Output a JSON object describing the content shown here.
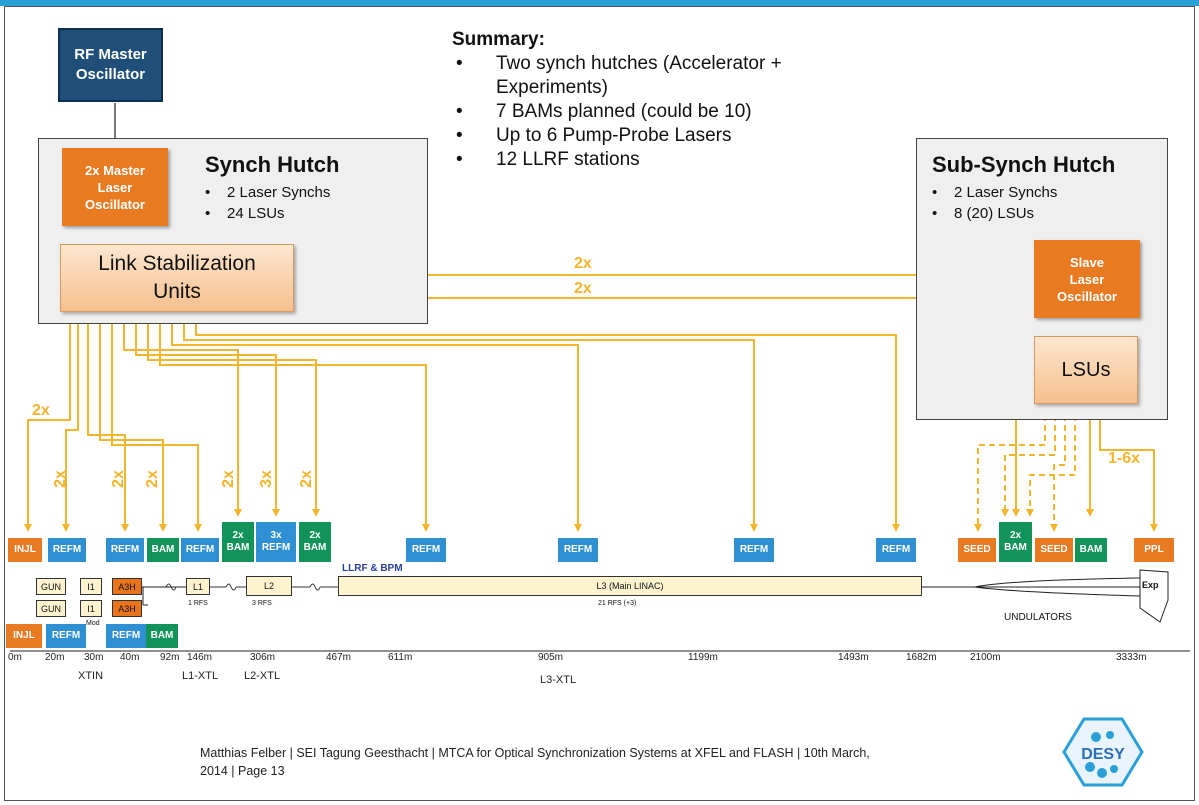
{
  "rf_master": {
    "line1": "RF Master",
    "line2": "Oscillator"
  },
  "synch_hutch": {
    "title": "Synch Hutch",
    "items": [
      "2 Laser Synchs",
      "24 LSUs"
    ],
    "master_laser": {
      "line1": "2x Master",
      "line2": "Laser",
      "line3": "Oscillator"
    },
    "lsu": {
      "line1": "Link Stabilization",
      "line2": "Units"
    }
  },
  "summary": {
    "title": "Summary:",
    "items": [
      "Two synch hutches (Accelerator +",
      "Experiments)",
      "7 BAMs planned (could be 10)",
      "Up to 6 Pump-Probe Lasers",
      "12 LLRF stations"
    ],
    "bullet": "•"
  },
  "sub_hutch": {
    "title": "Sub-Synch Hutch",
    "items": [
      "2 Laser Synchs",
      "8 (20) LSUs"
    ],
    "slave": {
      "line1": "Slave",
      "line2": "Laser",
      "line3": "Oscillator"
    },
    "lsus": "LSUs"
  },
  "link_labels": {
    "top1": "2x",
    "top2": "2x",
    "left": "2x",
    "v1": "2x",
    "v2": "2x",
    "v3": "2x",
    "v4": "2x",
    "v5": "3x",
    "v6": "2x",
    "ppl": "1-6x"
  },
  "stations": {
    "injl": "INJL",
    "refm1": "REFM",
    "refm2": "REFM",
    "bam1": "BAM",
    "refm3": "REFM",
    "bam2_a": "2x",
    "bam2_b": "BAM",
    "refm4_a": "3x",
    "refm4_b": "REFM",
    "bam3_a": "2x",
    "bam3_b": "BAM",
    "refm5": "REFM",
    "refm6": "REFM",
    "refm7": "REFM",
    "refm8": "REFM",
    "seed1": "SEED",
    "bam4_a": "2x",
    "bam4_b": "BAM",
    "seed2": "SEED",
    "bam5": "BAM",
    "ppl": "PPL"
  },
  "beamline": {
    "gun1": "GUN",
    "gun2": "GUN",
    "i1a": "I1",
    "i1b": "I1",
    "mod": "Mod",
    "a3h1": "A3H",
    "a3h2": "A3H",
    "l1": "L1",
    "l1rfs": "1 RFS",
    "l2": "L2",
    "l2rfs": "3 RFS",
    "llrf": "LLRF & BPM",
    "l3": "L3 (Main LINAC)",
    "l3rfs": "21 RFS (+3)",
    "undulators": "UNDULATORS",
    "exp": "Exp",
    "injl_lower": "INJL",
    "refm_lower1": "REFM",
    "refm_lower2": "REFM",
    "bam_lower": "BAM"
  },
  "positions": [
    "0m",
    "20m",
    "30m",
    "40m",
    "92m",
    "146m",
    "306m",
    "467m",
    "611m",
    "905m",
    "1199m",
    "1493m",
    "1682m",
    "2100m",
    "3333m"
  ],
  "sections": {
    "xtin": "XTIN",
    "l1xtl": "L1-XTL",
    "l2xtl": "L2-XTL",
    "l3xtl": "L3-XTL"
  },
  "footer": {
    "line1": "Matthias Felber | SEI Tagung Geesthacht | MTCA for Optical Synchronization Systems at XFEL and FLASH | 10th March,",
    "line2": "2014 | Page 13"
  },
  "logo": {
    "text": "DESY"
  },
  "colors": {
    "accent": "#2a9fd8",
    "link": "#f3b52c",
    "orange": "#e87a22",
    "blue": "#2f8fd3",
    "green": "#12935a",
    "navy": "#1f4e79"
  }
}
